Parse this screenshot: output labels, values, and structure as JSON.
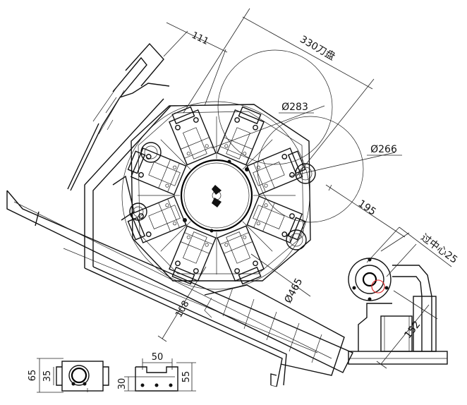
{
  "dimensions": {
    "d111": "111",
    "d330": "330刀盘",
    "d283": "Ø283",
    "d266": "Ø266",
    "d195": "195",
    "d_center": "过中心25",
    "d465": "Ø465",
    "d108": "108",
    "d152": "152",
    "d65": "65",
    "d35": "35",
    "d50": "50",
    "d30": "30",
    "d55": "55"
  },
  "colors": {
    "line": "#111111",
    "highlight": "#e02020",
    "background": "#ffffff"
  }
}
